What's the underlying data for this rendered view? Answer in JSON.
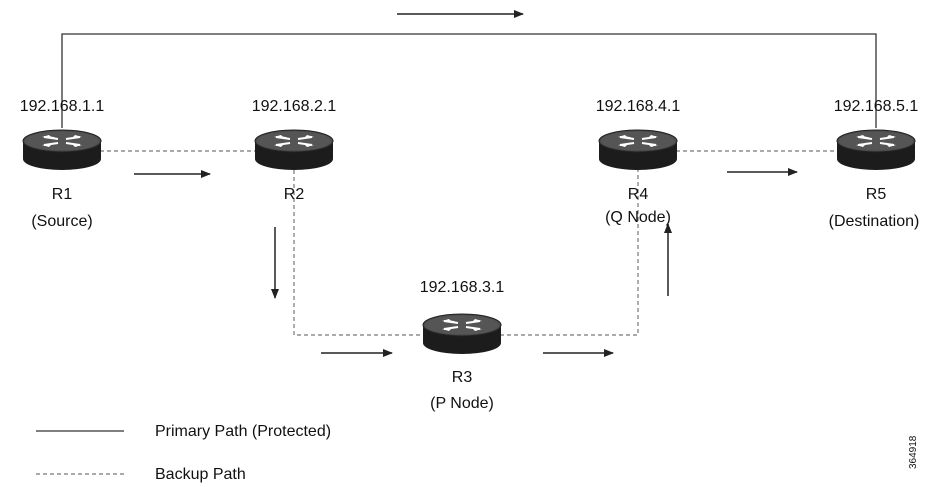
{
  "routers": [
    {
      "id": "R1",
      "ip": "192.168.1.1",
      "name": "R1",
      "role": "(Source)"
    },
    {
      "id": "R2",
      "ip": "192.168.2.1",
      "name": "R2",
      "role": ""
    },
    {
      "id": "R3",
      "ip": "192.168.3.1",
      "name": "R3",
      "role": "(P Node)"
    },
    {
      "id": "R4",
      "ip": "192.168.4.1",
      "name": "R4",
      "role": "(Q Node)"
    },
    {
      "id": "R5",
      "ip": "192.168.5.1",
      "name": "R5",
      "role": "(Destination)"
    }
  ],
  "legend": {
    "primary": "Primary Path (Protected)",
    "backup": "Backup Path"
  },
  "figure_id": "364918",
  "colors": {
    "router_top": "#3a3a3a",
    "router_side": "#1a1a1a",
    "line": "#333333",
    "backup_line": "#777777"
  }
}
